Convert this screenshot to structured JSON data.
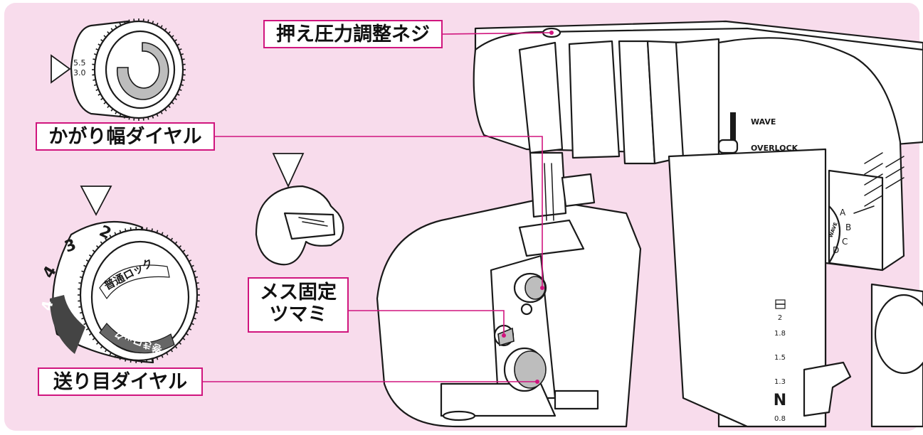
{
  "colors": {
    "background": "#f8dcec",
    "callout_border": "#d0157e",
    "leader_line": "#d0157e",
    "callout_fill": "#ffffff"
  },
  "callouts": {
    "pressure_screw": "押え圧力調整ネジ",
    "cutting_width_dial": "かがり幅ダイヤル",
    "knife_lock_knob_line1": "メス固定",
    "knife_lock_knob_line2": "ツマミ",
    "stitch_length_dial": "送り目ダイヤル"
  },
  "width_dial": {
    "mark_top": "5.5",
    "mark_bottom": "3.0"
  },
  "stitch_dial": {
    "numbers": [
      "2",
      "3",
      "4",
      "4"
    ],
    "lock_normal": "普通ロック",
    "lock_rolled": "巻きロック"
  },
  "machine": {
    "mode_wave": "WAVE",
    "mode_overlock": "OVERLOCK",
    "selector_letters": [
      "A",
      "B",
      "C",
      "D"
    ],
    "selector_label": "WAVE",
    "length_scale": [
      "2",
      "1.8",
      "1.5",
      "1.3",
      "N",
      "0.8"
    ]
  },
  "icons": [
    "triangle-pointer-icon",
    "stitch-pattern-icon"
  ]
}
